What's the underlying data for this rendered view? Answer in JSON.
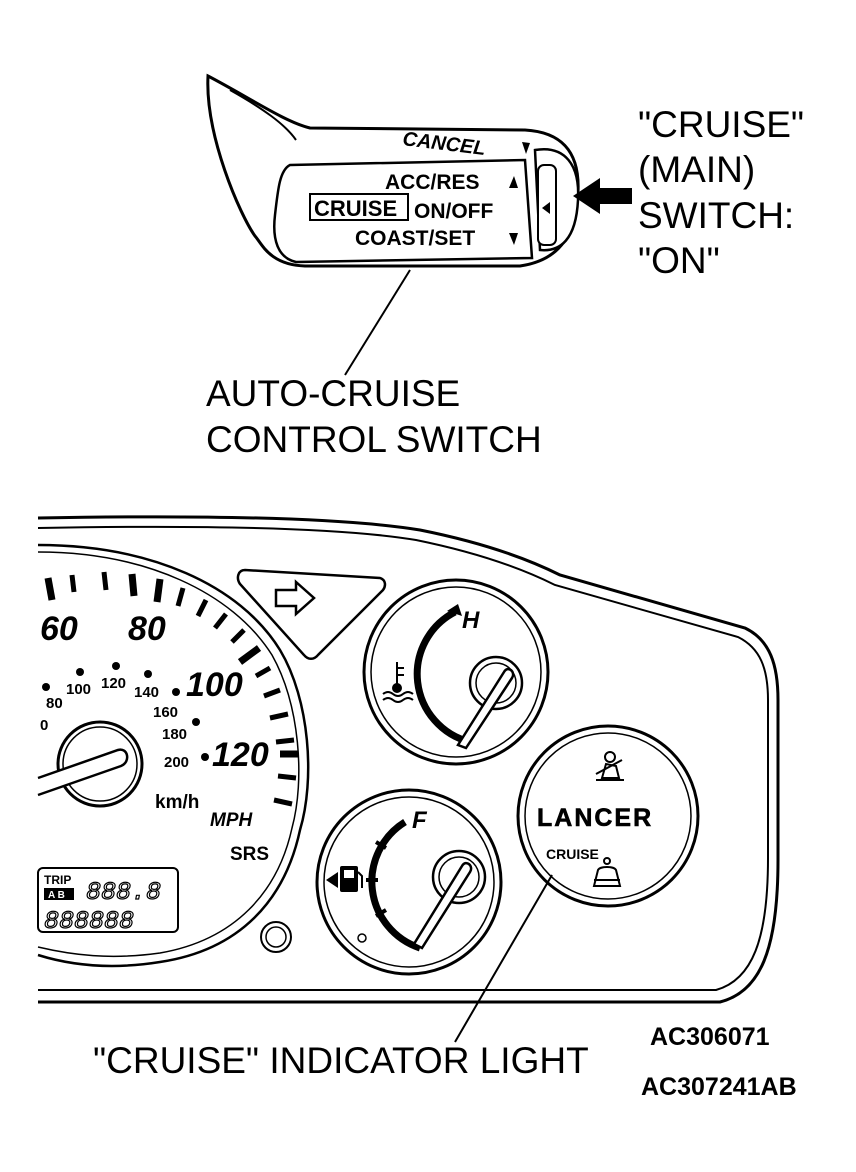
{
  "switch": {
    "cancel": "CANCEL",
    "acc_res": "ACC/RES",
    "cruise": "CRUISE",
    "on_off": "ON/OFF",
    "coast_set": "COAST/SET"
  },
  "callouts": {
    "main_switch": [
      "\"CRUISE\"",
      "(MAIN)",
      "SWITCH:",
      "\"ON\""
    ],
    "control_switch": [
      "AUTO-CRUISE",
      "CONTROL SWITCH"
    ],
    "indicator": "\"CRUISE\" INDICATOR LIGHT"
  },
  "cluster": {
    "kmh_ticks": [
      "80",
      "100",
      "120",
      "140",
      "160",
      "180",
      "200"
    ],
    "kmh_zero": "0",
    "mph_ticks": [
      "60",
      "80",
      "100",
      "120"
    ],
    "kmh_unit": "km/h",
    "mph_unit": "MPH",
    "srs": "SRS",
    "trip": "TRIP",
    "trip_ab": "A B",
    "trip_digits": "888.8",
    "odo_digits": "888888",
    "temp_h": "H",
    "fuel_f": "F",
    "brand": "LANCER",
    "cruise_lamp": "CRUISE"
  },
  "codes": [
    "AC306071",
    "AC307241AB"
  ]
}
